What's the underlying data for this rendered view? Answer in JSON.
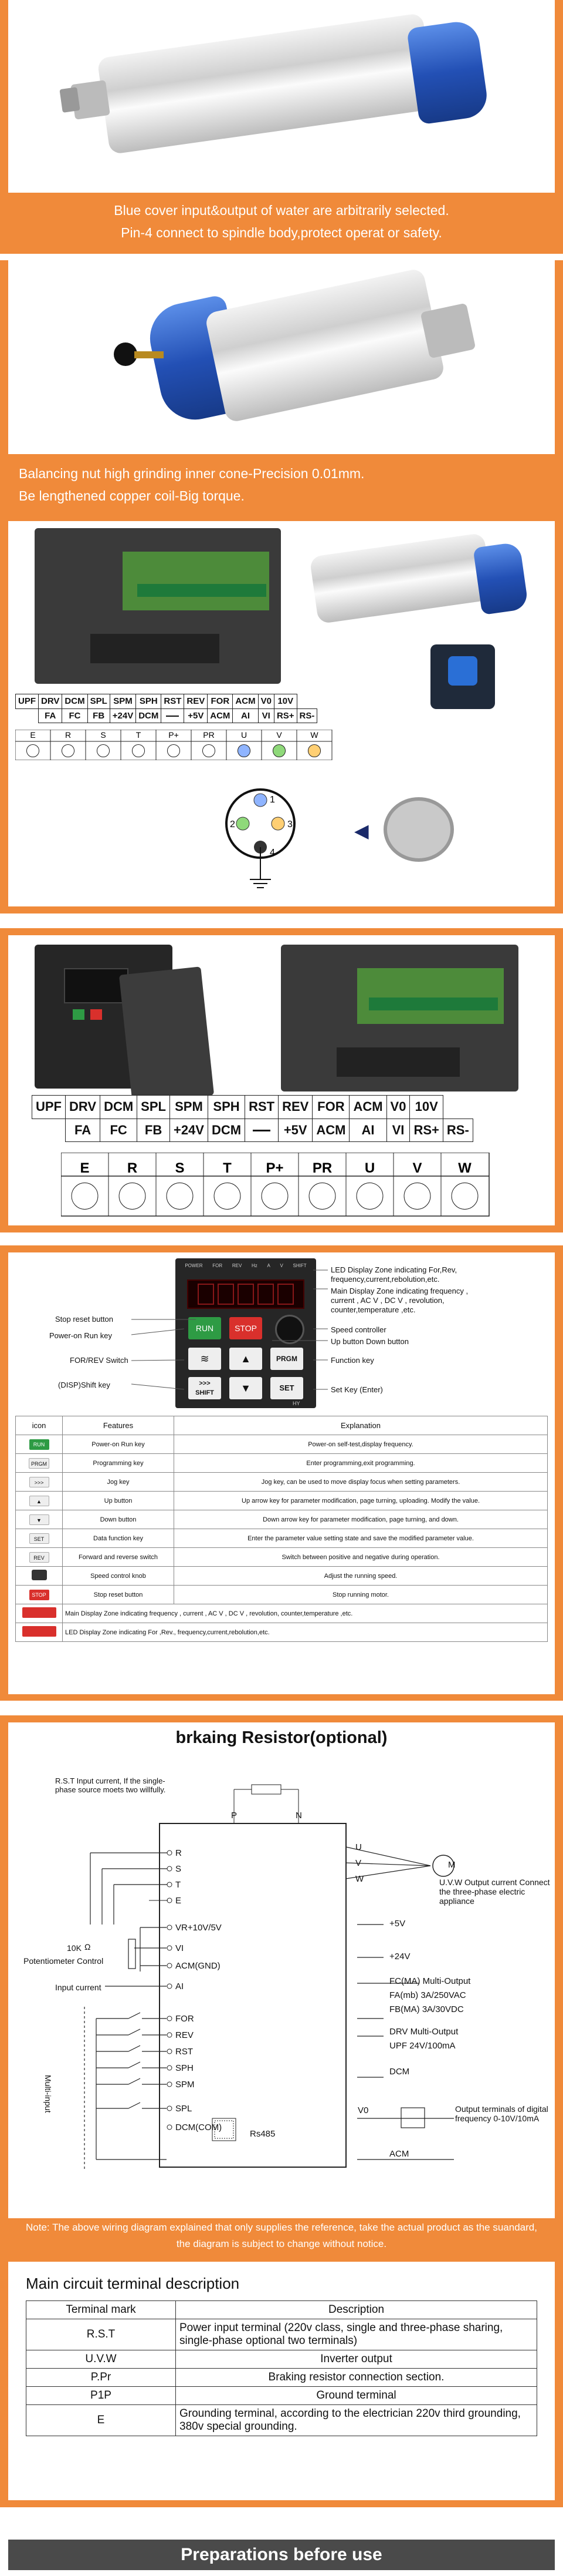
{
  "section1": {
    "captions": [
      "Blue cover input&output of water are arbitrarily selected.",
      "Pin-4 connect to spindle body,protect operat or safety."
    ]
  },
  "section2": {
    "captions": [
      "Balancing nut high grinding inner cone-Precision 0.01mm.",
      "Be lengthened copper coil-Big torque."
    ]
  },
  "section3": {
    "terminals_top": [
      "UPF",
      "DRV",
      "DCM",
      "SPL",
      "SPM",
      "SPH",
      "RST",
      "REV",
      "FOR",
      "ACM",
      "V0",
      "10V"
    ],
    "terminals_bottom": [
      "FA",
      "FC",
      "FB",
      "+24V",
      "DCM",
      "",
      "+5V",
      "ACM",
      "AI",
      "VI",
      "RS+",
      "RS-"
    ],
    "power_terminals": [
      "E",
      "R",
      "S",
      "T",
      "P+",
      "PR",
      "U",
      "V",
      "W"
    ],
    "pins": [
      "1",
      "2",
      "3",
      "4"
    ]
  },
  "section4": {
    "terminals_top": [
      "UPF",
      "DRV",
      "DCM",
      "SPL",
      "SPM",
      "SPH",
      "RST",
      "REV",
      "FOR",
      "ACM",
      "V0",
      "10V"
    ],
    "terminals_bottom": [
      "FA",
      "FC",
      "FB",
      "+24V",
      "DCM",
      "",
      "+5V",
      "ACM",
      "AI",
      "VI",
      "RS+",
      "RS-"
    ],
    "power_terminals": [
      "E",
      "R",
      "S",
      "T",
      "P+",
      "PR",
      "U",
      "V",
      "W"
    ]
  },
  "section5": {
    "display_top_labels": [
      "POWER",
      "FOR",
      "REV",
      "Hz",
      "A",
      "V",
      "SHIFT"
    ],
    "keys": {
      "run": "RUN",
      "stop": "STOP",
      "prgm": "PRGM",
      "set": "SET",
      "shift_top": ">>>",
      "shift": "SHIFT",
      "model": "HY"
    },
    "left_labels": [
      "Stop reset button",
      "Power-on  Run key",
      "FOR/REV Switch",
      "(DISP)Shift key"
    ],
    "right_labels": [
      "LED  Display Zone indicating For,Rev, frequency,current,rebolution,etc.",
      "Main  Display  Zone indicating frequency , current , AC V , DC V , revolution, counter,temperature ,etc.",
      "Speed controller",
      "Up  button  Down  button",
      "Function key",
      "Set Key (Enter)"
    ],
    "table_headers": [
      "icon",
      "Features",
      "Explanation"
    ],
    "rows": [
      {
        "icon": "RUN",
        "feature": "Power-on  Run key",
        "explanation": "Power-on self-test,display frequency."
      },
      {
        "icon": "PRGM",
        "feature": "Programming  key",
        "explanation": "Enter programming,exit programming."
      },
      {
        "icon": ">>>",
        "feature": "Jog  key",
        "explanation": "Jog key, can be used to move display focus when setting parameters."
      },
      {
        "icon": "▲",
        "feature": "Up  button",
        "explanation": "Up arrow key for parameter modification, page turning, uploading. Modify the value."
      },
      {
        "icon": "▼",
        "feature": "Down  button",
        "explanation": "Down arrow key for parameter modification, page turning, and down."
      },
      {
        "icon": "SET",
        "feature": "Data function key",
        "explanation": "Enter the parameter value setting state and save the modified parameter value."
      },
      {
        "icon": "REV",
        "feature": "Forward and reverse switch",
        "explanation": "Switch between positive and negative during operation."
      },
      {
        "icon": "",
        "feature": "Speed control knob",
        "explanation": "Adjust the running speed."
      },
      {
        "icon": "STOP",
        "feature": "Stop reset button",
        "explanation": "Stop running motor."
      },
      {
        "icon": "",
        "feature": "Main  Display  Zone indicating frequency , current , AC V , DC V , revolution, counter,temperature ,etc.",
        "explanation": ""
      },
      {
        "icon": "",
        "feature": "LED  Display Zone indicating For ,Rev., frequency,current,rebolution,etc.",
        "explanation": ""
      }
    ]
  },
  "section6": {
    "title": "brkaing Resistor(optional)",
    "top_labels": {
      "p": "P",
      "n": "N"
    },
    "rst_note": "R.S.T Input current, If the single-phase source moets two willfully.",
    "left_terms": [
      "R",
      "S",
      "T",
      "E"
    ],
    "analog_terms": [
      "VR+10V/5V",
      "VI",
      "ACM(GND)",
      "AI"
    ],
    "pot_labels": [
      "10K",
      "Potentiometer Control",
      "Input current"
    ],
    "multi_input": "Multi-input",
    "input_terms": [
      "FOR",
      "REV",
      "RST",
      "SPH",
      "SPM",
      "SPL",
      "DCM(COM)"
    ],
    "rs485": "Rs485",
    "right_terms": [
      "U",
      "V",
      "W"
    ],
    "motor": "M",
    "uvw_note": "U.V.W Output current Connect the three-phase electric appliance",
    "out_labels": [
      "+5V",
      "+24V",
      "FC(MA)  Multi-Output",
      "FA(mb)  3A/250VAC",
      "FB(MA)  3A/30VDC",
      "DRV   Multi-Output",
      "UPF   24V/100mA",
      "DCM",
      "V0",
      "ACM"
    ],
    "analog_out": "Output terminals of digital frequency 0-10V/10mA",
    "note": "Note: The above wiring diagram explained that only supplies the reference, take the actual product as the suandard, the diagram is subject to change without notice."
  },
  "section7": {
    "title": "Main circuit terminal description",
    "headers": [
      "Terminal mark",
      "Description"
    ],
    "rows": [
      {
        "mark": "R.S.T",
        "desc": "Power input terminal (220v class, single and three-phase sharing, single-phase optional two terminals)"
      },
      {
        "mark": "U.V.W",
        "desc": "Inverter output"
      },
      {
        "mark": "P.Pr",
        "desc": "Braking resistor connection section."
      },
      {
        "mark": "P1P",
        "desc": "Ground terminal"
      },
      {
        "mark": "E",
        "desc": "Grounding terminal, according to the electrician 220v third grounding, 380v special grounding."
      }
    ]
  },
  "section8": {
    "title": "Preparations before use"
  },
  "colors": {
    "accent": "#f08a3a",
    "blue": "#2350b5",
    "dark": "#333333"
  }
}
